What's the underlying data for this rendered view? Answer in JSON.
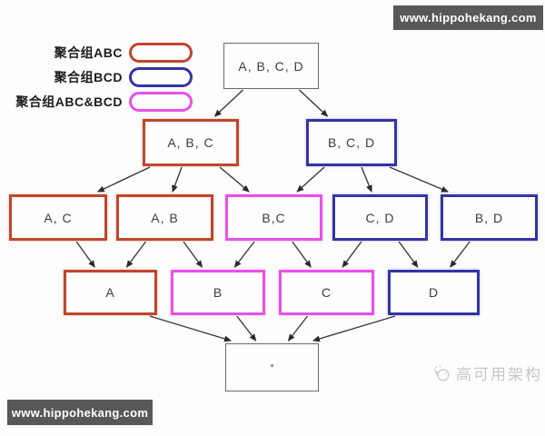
{
  "legend": {
    "items": [
      {
        "label": "聚合组ABC",
        "color": "#c0462b"
      },
      {
        "label": "聚合组BCD",
        "color": "#3434a4"
      },
      {
        "label": "聚合组ABC&BCD",
        "color": "#e751e7"
      }
    ]
  },
  "graph": {
    "nodes": [
      {
        "id": "abcd",
        "label": "A, B, C, D",
        "group": "none"
      },
      {
        "id": "abc",
        "label": "A, B, C",
        "group": "abc"
      },
      {
        "id": "bcd",
        "label": "B, C, D",
        "group": "bcd"
      },
      {
        "id": "ac",
        "label": "A, C",
        "group": "abc"
      },
      {
        "id": "ab",
        "label": "A, B",
        "group": "abc"
      },
      {
        "id": "bc",
        "label": "B,C",
        "group": "both"
      },
      {
        "id": "cd",
        "label": "C, D",
        "group": "bcd"
      },
      {
        "id": "bd",
        "label": "B, D",
        "group": "bcd"
      },
      {
        "id": "a",
        "label": "A",
        "group": "abc"
      },
      {
        "id": "b",
        "label": "B",
        "group": "both"
      },
      {
        "id": "c",
        "label": "C",
        "group": "both"
      },
      {
        "id": "d",
        "label": "D",
        "group": "bcd"
      },
      {
        "id": "star",
        "label": "*",
        "group": "none"
      }
    ],
    "edges": [
      [
        "abcd",
        "abc"
      ],
      [
        "abcd",
        "bcd"
      ],
      [
        "abc",
        "ac"
      ],
      [
        "abc",
        "ab"
      ],
      [
        "abc",
        "bc"
      ],
      [
        "bcd",
        "bc"
      ],
      [
        "bcd",
        "cd"
      ],
      [
        "bcd",
        "bd"
      ],
      [
        "ac",
        "a"
      ],
      [
        "ab",
        "a"
      ],
      [
        "ab",
        "b"
      ],
      [
        "bc",
        "b"
      ],
      [
        "bc",
        "c"
      ],
      [
        "cd",
        "c"
      ],
      [
        "cd",
        "d"
      ],
      [
        "bd",
        "d"
      ],
      [
        "a",
        "star"
      ],
      [
        "b",
        "star"
      ],
      [
        "c",
        "star"
      ],
      [
        "d",
        "star"
      ]
    ]
  },
  "watermarks": {
    "top_banner": "www.hippohekang.com",
    "bottom_banner": "www.hippohekang.com",
    "brand": "高可用架构"
  },
  "colors": {
    "group_abc": "#c0462b",
    "group_bcd": "#3434a4",
    "group_both": "#e751e7",
    "neutral_box_border": "#6a6a6a",
    "arrow": "#3a3a3a",
    "banner_background": "#585858",
    "banner_text": "#ffffff",
    "brand_watermark": "#c7c7c7"
  }
}
